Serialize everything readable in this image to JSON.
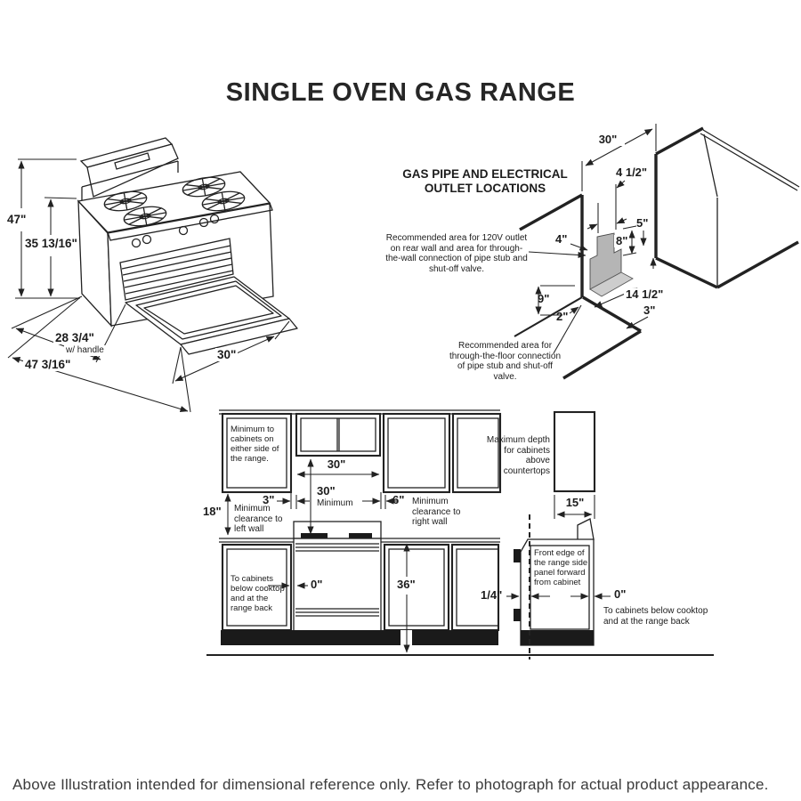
{
  "page": {
    "title": "SINGLE OVEN GAS RANGE",
    "footer": "Above Illustration intended for dimensional reference only. Refer to photograph for actual product appearance."
  },
  "iso": {
    "h_total": "47\"",
    "h_cooktop": "35 13/16\"",
    "depth_handle": "28 3/4\"",
    "depth_handle_note": "w/ handle",
    "depth_open": "47 3/16\"",
    "width": "30\""
  },
  "gas": {
    "title1": "GAS PIPE AND ELECTRICAL",
    "title2": "OUTLET LOCATIONS",
    "note_wall": "Recommended area for 120V outlet on rear wall and area for through-the-wall connection of pipe stub and shut-off valve.",
    "note_floor": "Recommended area for through-the-floor connection of pipe stub and shut-off valve.",
    "d30": "30\"",
    "d45": "4 1/2\"",
    "d5": "5\"",
    "d4": "4\"",
    "d8": "8\"",
    "d9": "9\"",
    "d2": "2\"",
    "d145": "14 1/2\"",
    "d3": "3\""
  },
  "front": {
    "cab_label": "Minimum to cabinets on either side of the range.",
    "w30": "30\"",
    "min30": "30\"",
    "min30_sub": "Minimum",
    "d3": "3\"",
    "d6": "6\"",
    "right_wall": "Minimum clearance to right wall",
    "d18": "18\"",
    "left_wall": "Minimum clearance to left wall",
    "base_label": "To cabinets below cooktop and at the range back",
    "d0": "0\"",
    "d36": "36\""
  },
  "side": {
    "upper_label": "Maximum depth for cabinets above countertops",
    "d15": "15\"",
    "front_edge": "Front edge of the range side panel forward from cabinet",
    "dq": "1/4\"",
    "d0": "0\"",
    "zero_label": "To cabinets below cooktop and at the range back"
  }
}
